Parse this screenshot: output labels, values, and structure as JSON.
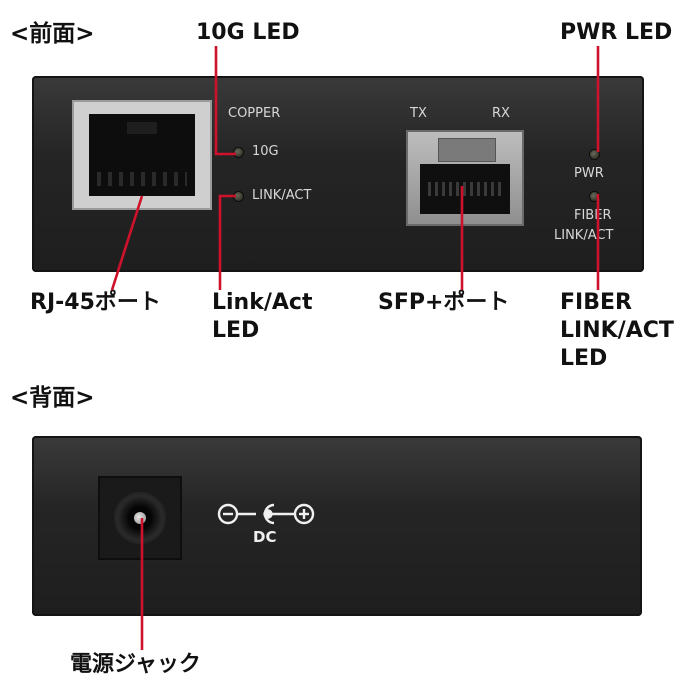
{
  "sections": {
    "front_title": "<前面>",
    "back_title": "<背面>"
  },
  "callouts": {
    "led_10g": "10G LED",
    "pwr_led": "PWR LED",
    "rj45_port": "RJ-45ポート",
    "link_act_led_line1": "Link/Act",
    "link_act_led_line2": "LED",
    "sfp_port": "SFP+ポート",
    "fiber_line1": "FIBER",
    "fiber_line2": "LINK/ACT",
    "fiber_line3": "LED",
    "power_jack": "電源ジャック"
  },
  "panel_labels": {
    "copper": "COPPER",
    "g10": "10G",
    "link_act": "LINK/ACT",
    "tx": "TX",
    "rx": "RX",
    "pwr": "PWR",
    "fiber": "FIBER",
    "fiber_link_act": "LINK/ACT",
    "dc": "DC"
  },
  "colors": {
    "leader_line": "#d0112b"
  }
}
